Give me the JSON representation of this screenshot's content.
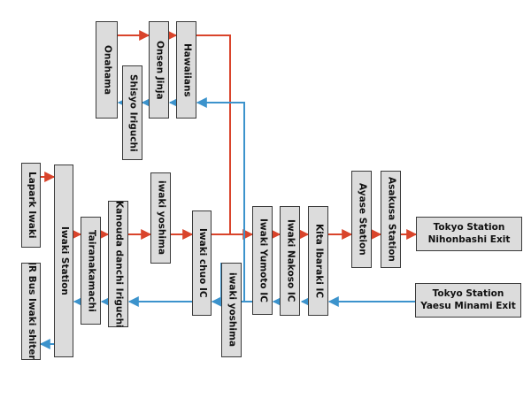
{
  "colors": {
    "red_route": "#d9442b",
    "blue_route": "#3c93cc",
    "box_fill": "#dcdcdc",
    "box_border": "#3a3a3a"
  },
  "stops": {
    "onahama": "Onahama",
    "onsen_jinja": "Onsen Jinja",
    "hawaiians": "Hawaiians",
    "shisyo_iriguchi": "Shisyo Iriguchi",
    "lapark_iwaki": "Lapark Iwaki",
    "jr_bus_iwaki_shiten": "JR Bus Iwaki shiten",
    "iwaki_station": "Iwaki Station",
    "tairanakamachi": "Tairanakamachi",
    "kanouda_danchi_iriguchi": "Kanouda danchi Iriguchi",
    "iwaki_yoshima_top": "iwaki yoshima",
    "iwaki_chuo_ic": "Iwaki chuo IC",
    "iwaki_yoshima_bottom": "iwaki yoshima",
    "iwaki_yumoto_ic": "Iwaki Yumoto IC",
    "iwaki_nakoso_ic": "Iwaki Nakoso IC",
    "kita_ibaraki_ic": "Kita Ibaraki IC",
    "ayase_station": "Ayase Station",
    "asakusa_station": "Asakusa Station",
    "tokyo_nihonbashi_line1": "Tokyo Station",
    "tokyo_nihonbashi_line2": "Nihonbashi Exit",
    "tokyo_yaesu_line1": "Tokyo Station",
    "tokyo_yaesu_line2": "Yaesu Minami Exit"
  }
}
